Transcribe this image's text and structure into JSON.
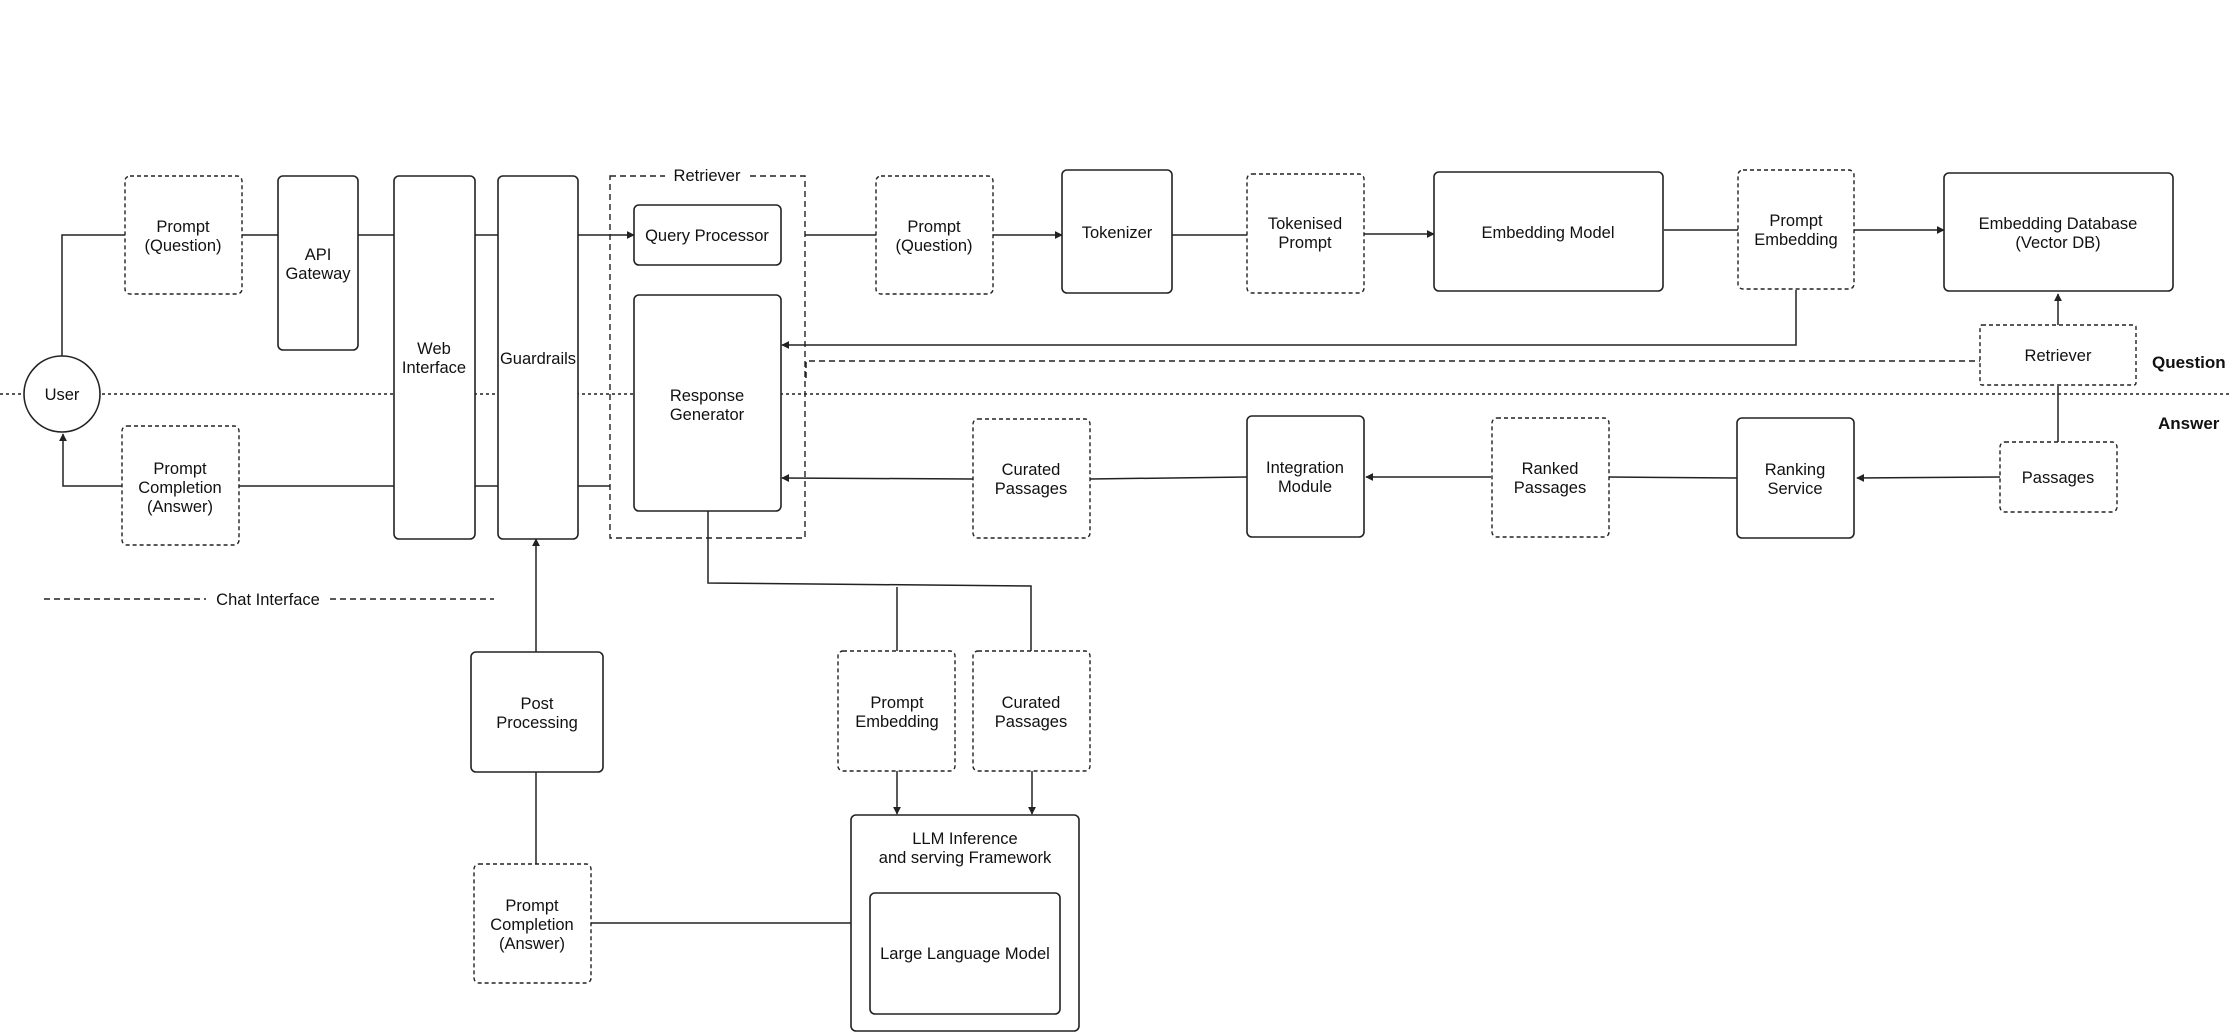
{
  "labels": {
    "user": "User",
    "prompt_question_1": [
      "Prompt",
      "(Question)"
    ],
    "api_gateway": [
      "API",
      "Gateway"
    ],
    "web_interface": [
      "Web",
      "Interface"
    ],
    "guardrails": "Guardrails",
    "retriever_group": "Retriever",
    "query_processor": "Query Processor",
    "response_generator": [
      "Response",
      "Generator"
    ],
    "prompt_question_2": [
      "Prompt",
      "(Question)"
    ],
    "tokenizer": "Tokenizer",
    "tokenised_prompt": [
      "Tokenised",
      "Prompt"
    ],
    "embedding_model": "Embedding Model",
    "prompt_embedding_top": [
      "Prompt",
      "Embedding"
    ],
    "embedding_database": [
      "Embedding Database",
      "(Vector DB)"
    ],
    "retriever_box": "Retriever",
    "prompt_completion_left": [
      "Prompt",
      "Completion",
      "(Answer)"
    ],
    "curated_passages_mid": [
      "Curated",
      "Passages"
    ],
    "integration_module": [
      "Integration",
      "Module"
    ],
    "ranked_passages": [
      "Ranked",
      "Passages"
    ],
    "ranking_service": [
      "Ranking",
      "Service"
    ],
    "passages": "Passages",
    "chat_interface": "Chat Interface",
    "post_processing": [
      "Post",
      "Processing"
    ],
    "prompt_embedding_bottom": [
      "Prompt",
      "Embedding"
    ],
    "curated_passages_bottom": [
      "Curated",
      "Passages"
    ],
    "llm_framework": [
      "LLM Inference",
      "and serving Framework"
    ],
    "large_language_model": "Large Language Model",
    "prompt_completion_bottom": [
      "Prompt",
      "Completion",
      "(Answer)"
    ],
    "question": "Question",
    "answer": "Answer"
  }
}
